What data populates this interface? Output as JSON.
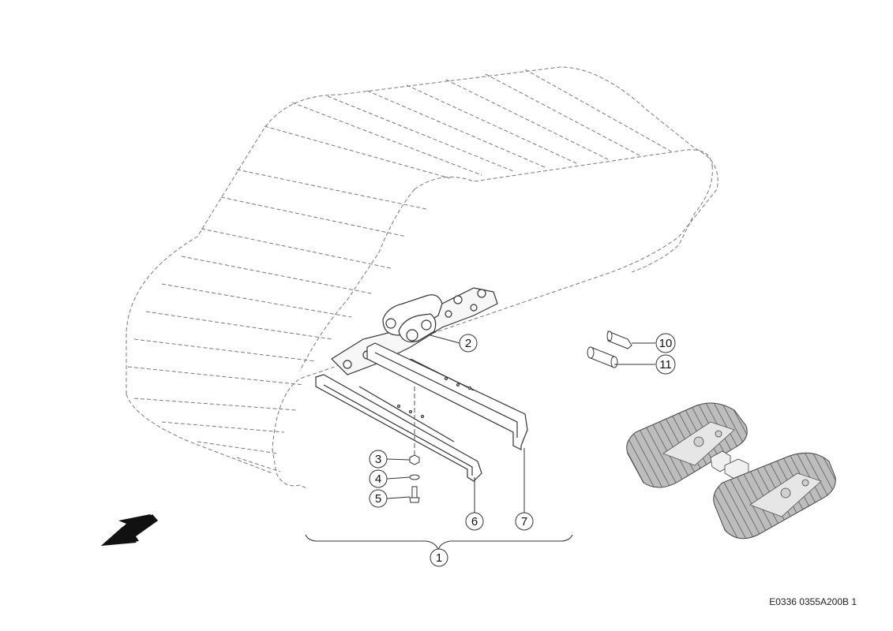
{
  "callouts": [
    "1",
    "2",
    "3",
    "4",
    "5",
    "6",
    "7",
    "10",
    "11"
  ],
  "reference_code": "E0336 0355A200B 1",
  "icons": {
    "direction_arrow": "forward-direction-arrow-icon",
    "machine_overview": "track-undercarriage-overview-icon"
  }
}
